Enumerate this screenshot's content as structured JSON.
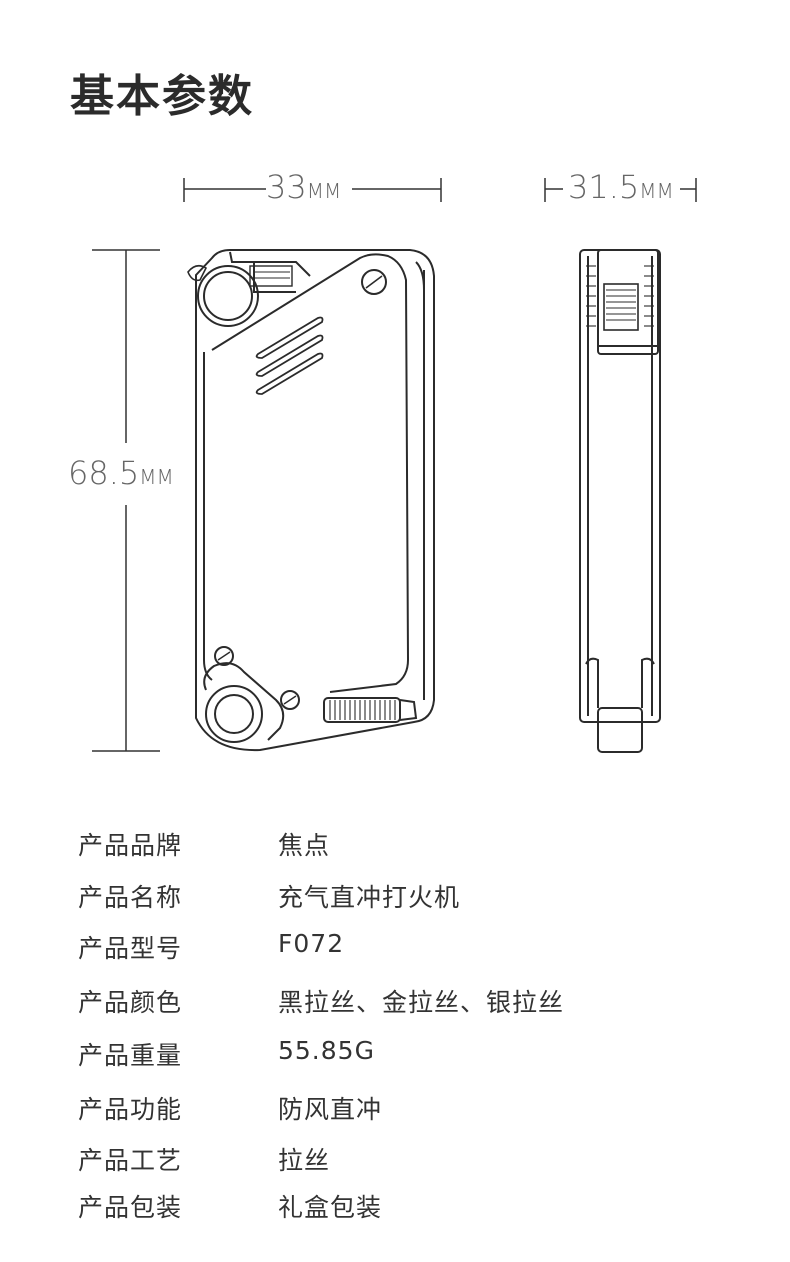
{
  "title": "基本参数",
  "dimensions": {
    "width": {
      "value": "33",
      "unit": "MM"
    },
    "depth": {
      "value": "31.5",
      "unit": "MM"
    },
    "height": {
      "value": "68.5",
      "unit": "MM"
    }
  },
  "specs": [
    {
      "label": "产品品牌",
      "value": "焦点"
    },
    {
      "label": "产品名称",
      "value": "充气直冲打火机"
    },
    {
      "label": "产品型号",
      "value": "F072"
    },
    {
      "label": "产品颜色",
      "value": "黑拉丝、金拉丝、银拉丝"
    },
    {
      "label": "产品重量",
      "value": "55.85G"
    },
    {
      "label": "产品功能",
      "value": "防风直冲"
    },
    {
      "label": "产品工艺",
      "value": "拉丝"
    },
    {
      "label": "产品包装",
      "value": "礼盒包装"
    }
  ]
}
